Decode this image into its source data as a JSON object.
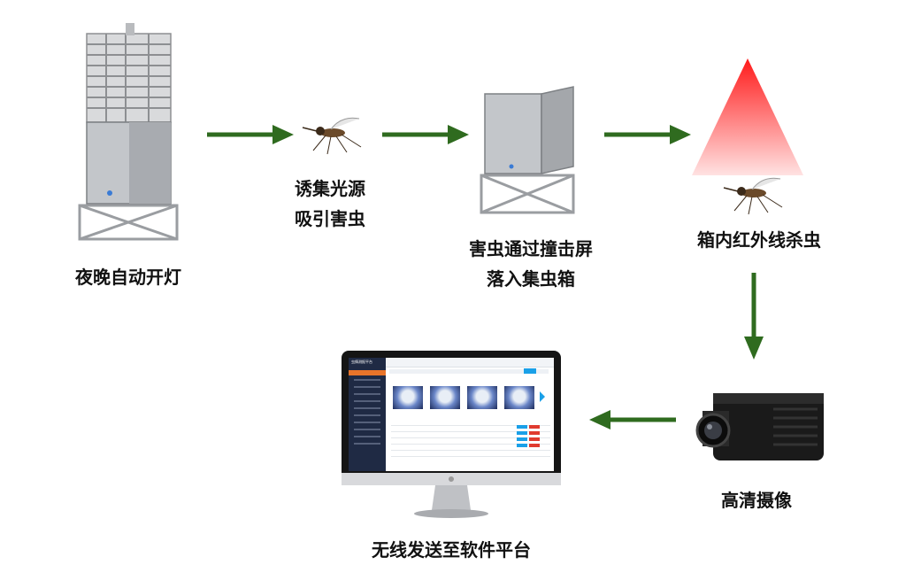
{
  "steps": {
    "lamp": "夜晚自动开灯",
    "lure_line1": "诱集光源",
    "lure_line2": "吸引害虫",
    "screen_line1": "害虫通过撞击屏",
    "screen_line2": "落入集虫箱",
    "infrared": "箱内红外线杀虫",
    "camera": "高清摄像",
    "platform": "无线发送至软件平台"
  },
  "monitor": {
    "app_title": "虫情测报平台"
  },
  "colors": {
    "arrow": "#2f6b1f",
    "infrared": "#ff2020",
    "sidebar": "#1f2a44",
    "button_blue": "#1aa0e8",
    "button_red": "#e03b2f"
  }
}
